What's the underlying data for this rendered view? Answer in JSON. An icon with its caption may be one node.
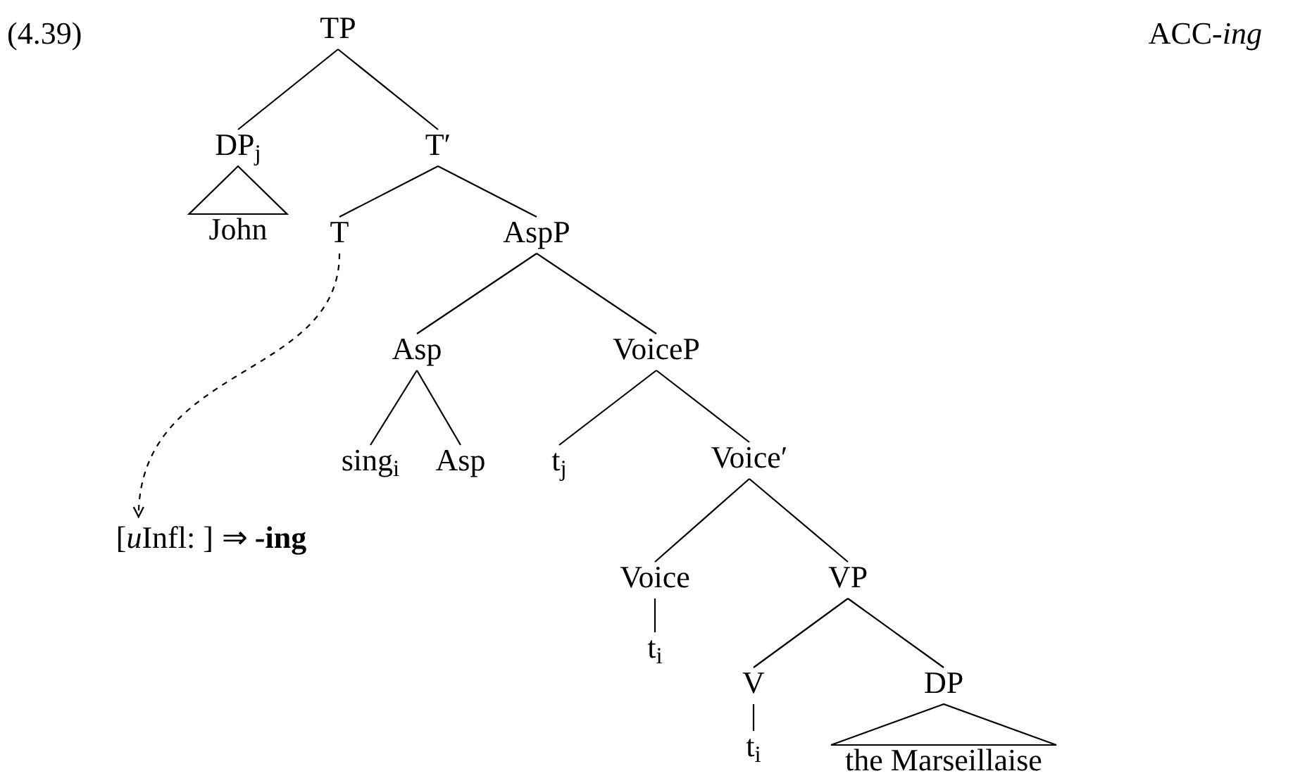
{
  "diagram": {
    "nodes": [
      {
        "text": [
          "TP"
        ]
      },
      {
        "text": [
          "DP$_{j}$"
        ]
      },
      {
        "text": [
          "T′"
        ]
      },
      {
        "text": [
          "John"
        ]
      },
      {
        "text": [
          "T"
        ]
      },
      {
        "text": [
          "AspP"
        ]
      },
      {
        "text": [
          "Asp"
        ]
      },
      {
        "text": [
          "VoiceP"
        ]
      },
      {
        "text": [
          "sing$_{i}$"
        ]
      },
      {
        "text": [
          "Asp"
        ]
      },
      {
        "text": [
          "t$_{j}$"
        ]
      },
      {
        "text": [
          "Voice′"
        ]
      },
      {
        "text": [
          "[",
          "*u*",
          "Infl: ]",
          "⇒ **-ing**"
        ]
      },
      {
        "text": [
          "Voice"
        ]
      },
      {
        "text": [
          "VP"
        ]
      },
      {
        "text": [
          "t$_{i}$"
        ]
      },
      {
        "text": [
          "V"
        ]
      },
      {
        "text": [
          "DP"
        ]
      },
      {
        "text": [
          "t$_{i}$"
        ]
      },
      {
        "text": [
          "the Marseillaise"
        ]
      }
    ],
    "edges": [
      {
        "from": 0,
        "to": 1,
        "arrow": "none"
      },
      {
        "from": 0,
        "to": 2,
        "arrow": "none"
      },
      {
        "from": 1,
        "to": 3,
        "arrow": "none"
      },
      {
        "from": 2,
        "to": 4,
        "arrow": "none"
      },
      {
        "from": 2,
        "to": 5,
        "arrow": "none"
      },
      {
        "from": 5,
        "to": 6,
        "arrow": "none"
      },
      {
        "from": 5,
        "to": 7,
        "arrow": "none"
      },
      {
        "from": 6,
        "to": 8,
        "arrow": "none"
      },
      {
        "from": 6,
        "to": 9,
        "arrow": "none"
      },
      {
        "from": 7,
        "to": 10,
        "arrow": "none"
      },
      {
        "from": 7,
        "to": 11,
        "arrow": "none"
      },
      {
        "from": 4,
        "to": 12,
        "arrow": "to",
        "style": "dashed"
      },
      {
        "from": 11,
        "to": 13,
        "arrow": "none"
      },
      {
        "from": 11,
        "to": 14,
        "arrow": "none"
      },
      {
        "from": 13,
        "to": 15,
        "arrow": "none"
      },
      {
        "from": 14,
        "to": 16,
        "arrow": "none"
      },
      {
        "from": 14,
        "to": 17,
        "arrow": "none"
      },
      {
        "from": 16,
        "to": 18,
        "arrow": "none"
      },
      {
        "from": 17,
        "to": 19,
        "arrow": "none"
      }
    ],
    "labels": [
      "(4.39)",
      "ACC-*ing*"
    ]
  }
}
